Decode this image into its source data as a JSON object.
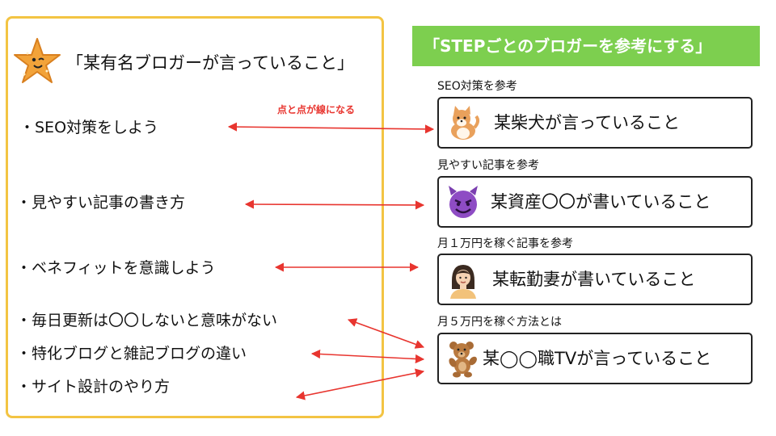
{
  "left": {
    "heading": "「某有名ブロガーが言っていること」",
    "items": [
      "・SEO対策をしよう",
      "・見やすい記事の書き方",
      "・ベネフィットを意識しよう",
      "・毎日更新は〇〇しないと意味がない",
      "・特化ブログと雑記ブログの違い",
      "・サイト設計のやり方"
    ]
  },
  "note": "点と点が線になる",
  "right": {
    "banner": "「STEPごとのブロガーを参考にする」",
    "sources": [
      {
        "label": "SEO対策を参考",
        "text": "某柴犬が言っていること",
        "icon": "shiba-dog-icon"
      },
      {
        "label": "見やすい記事を参考",
        "text": "某資産〇〇が書いていること",
        "icon": "purple-devil-icon"
      },
      {
        "label": "月１万円を稼ぐ記事を参考",
        "text": "某転勤妻が書いていること",
        "icon": "woman-avatar-icon"
      },
      {
        "label": "月５万円を稼ぐ方法とは",
        "text": "某◯◯職TVが言っていること",
        "icon": "teddy-bear-icon"
      }
    ]
  },
  "colors": {
    "panel_border": "#f3c443",
    "banner_bg": "#7dcf4f",
    "arrow": "#e8352f"
  }
}
